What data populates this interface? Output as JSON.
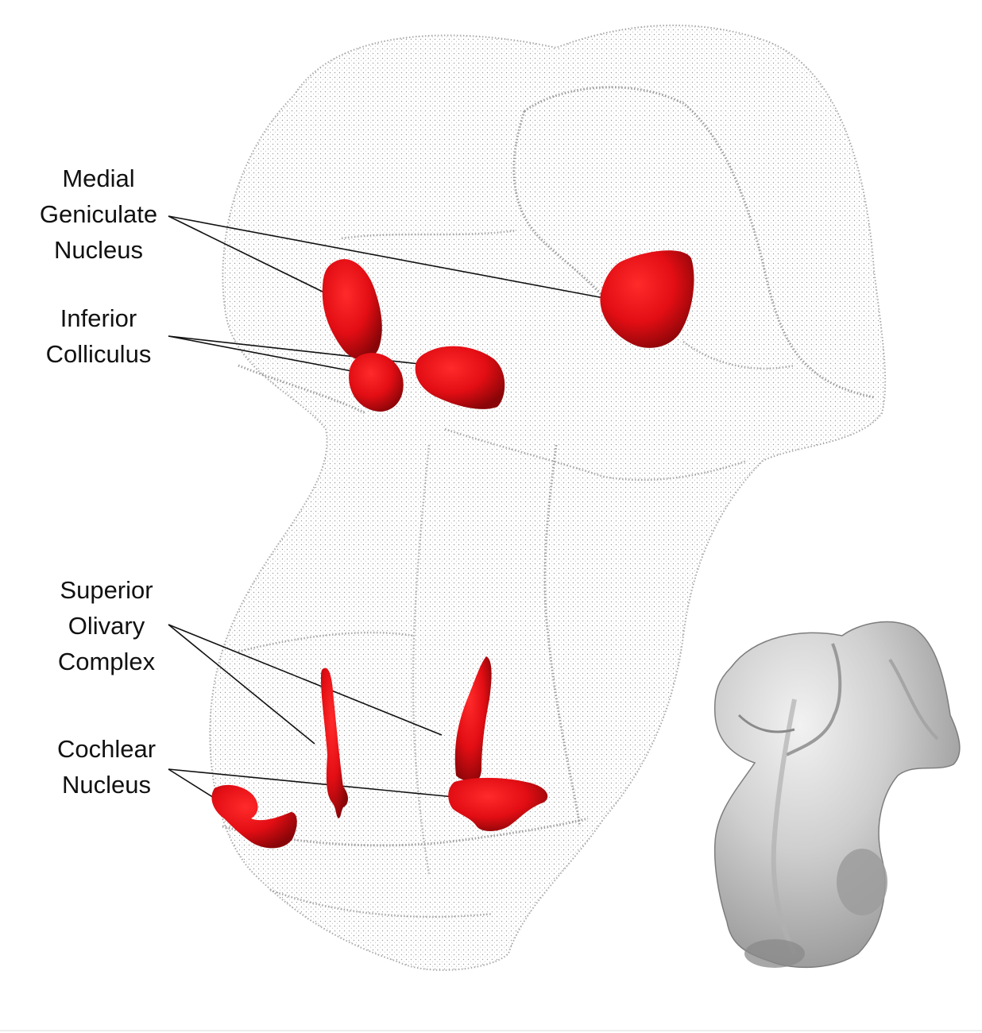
{
  "labels": {
    "medial_geniculate": [
      "Medial",
      "Geniculate",
      "Nucleus"
    ],
    "inferior_colliculus": [
      "Inferior",
      "Colliculus"
    ],
    "superior_olivary": [
      "Superior",
      "Olivary",
      "Complex"
    ],
    "cochlear_nucleus": [
      "Cochlear",
      "Nucleus"
    ]
  },
  "colors": {
    "nucleus_red": "#e30e14",
    "nucleus_shadow": "#8a0508",
    "point_cloud": "#7a7a7a",
    "surface_gray": "#c9c9c9",
    "leader_line": "#111111"
  }
}
